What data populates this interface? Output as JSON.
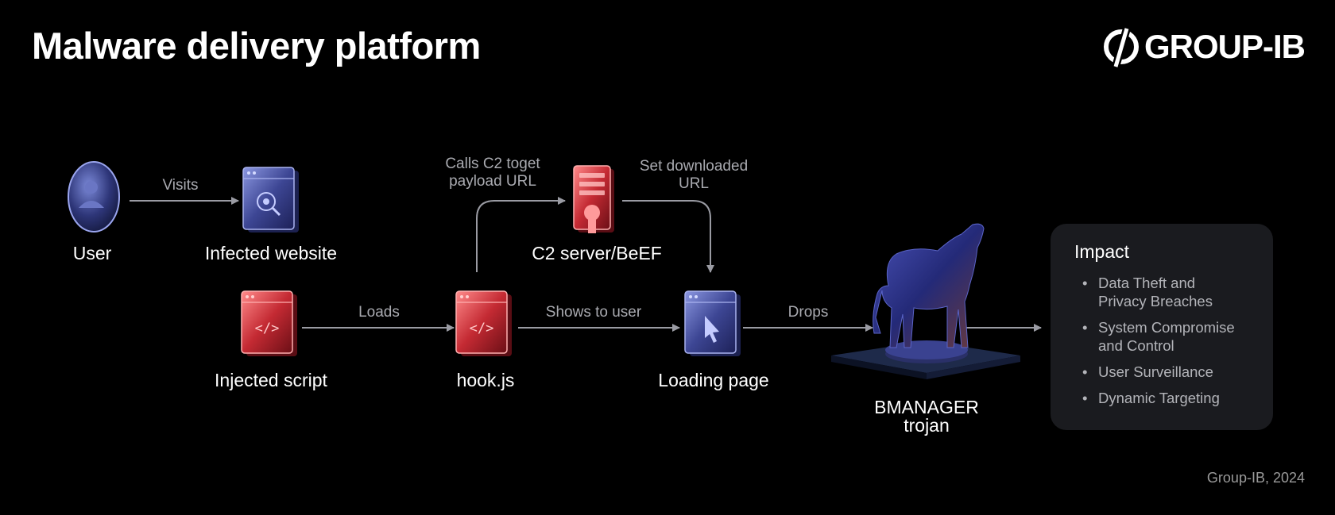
{
  "header": {
    "title": "Malware delivery platform",
    "logo_text": "GROUP-IB"
  },
  "nodes": {
    "user": "User",
    "infected_website": "Infected website",
    "injected_script": "Injected script",
    "hook_js": "hook.js",
    "c2_server": "C2 server/BeEF",
    "loading_page": "Loading page",
    "trojan_line1": "BMANAGER",
    "trojan_line2": "trojan"
  },
  "edges": {
    "visits": "Visits",
    "loads": "Loads",
    "calls_c2_line1": "Calls C2 toget",
    "calls_c2_line2": "payload URL",
    "set_url_line1": "Set downloaded",
    "set_url_line2": "URL",
    "shows_to_user": "Shows to user",
    "drops": "Drops"
  },
  "impact": {
    "title": "Impact",
    "items": [
      {
        "line1": "Data Theft and",
        "line2": "Privacy Breaches"
      },
      {
        "line1": "System Compromise",
        "line2": "and Control"
      },
      {
        "line1": "User Surveillance",
        "line2": ""
      },
      {
        "line1": "Dynamic Targeting",
        "line2": ""
      }
    ]
  },
  "footer": "Group-IB, 2024",
  "colors": {
    "background": "#000000",
    "arrow": "#9a9ba3",
    "blue_icon": "#5563b8",
    "red_icon": "#c8323a",
    "impact_bg": "#1a1b1f"
  }
}
